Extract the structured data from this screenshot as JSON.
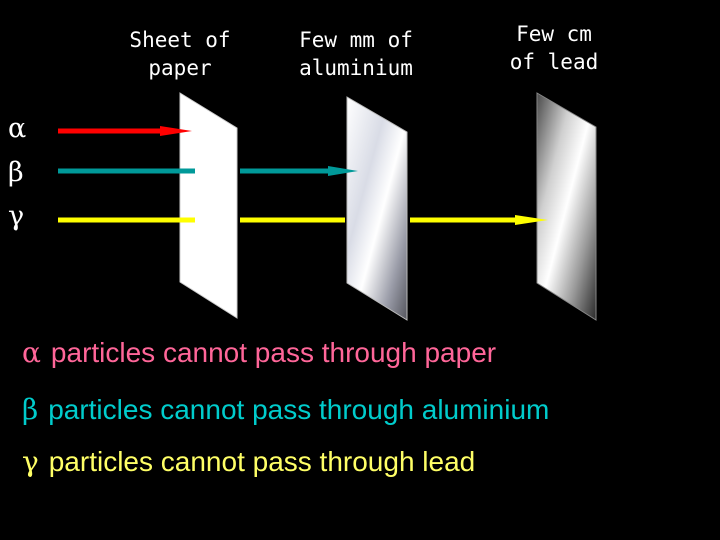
{
  "labels": {
    "paper": [
      "Sheet of",
      "paper"
    ],
    "aluminium": [
      "Few mm of",
      "aluminium"
    ],
    "lead": [
      "Few cm",
      "of lead"
    ]
  },
  "symbols": {
    "alpha": "α",
    "beta": "β",
    "gamma": "γ"
  },
  "statements": {
    "alpha": "particles cannot pass through paper",
    "beta": "particles cannot pass through aluminium",
    "gamma": "particles cannot pass through lead"
  },
  "colors": {
    "alpha": "#ff0000",
    "beta": "#009999",
    "gamma": "#ffff00",
    "alpha_text": "#ff6699",
    "beta_text": "#00cccc",
    "gamma_text": "#ffff66"
  }
}
